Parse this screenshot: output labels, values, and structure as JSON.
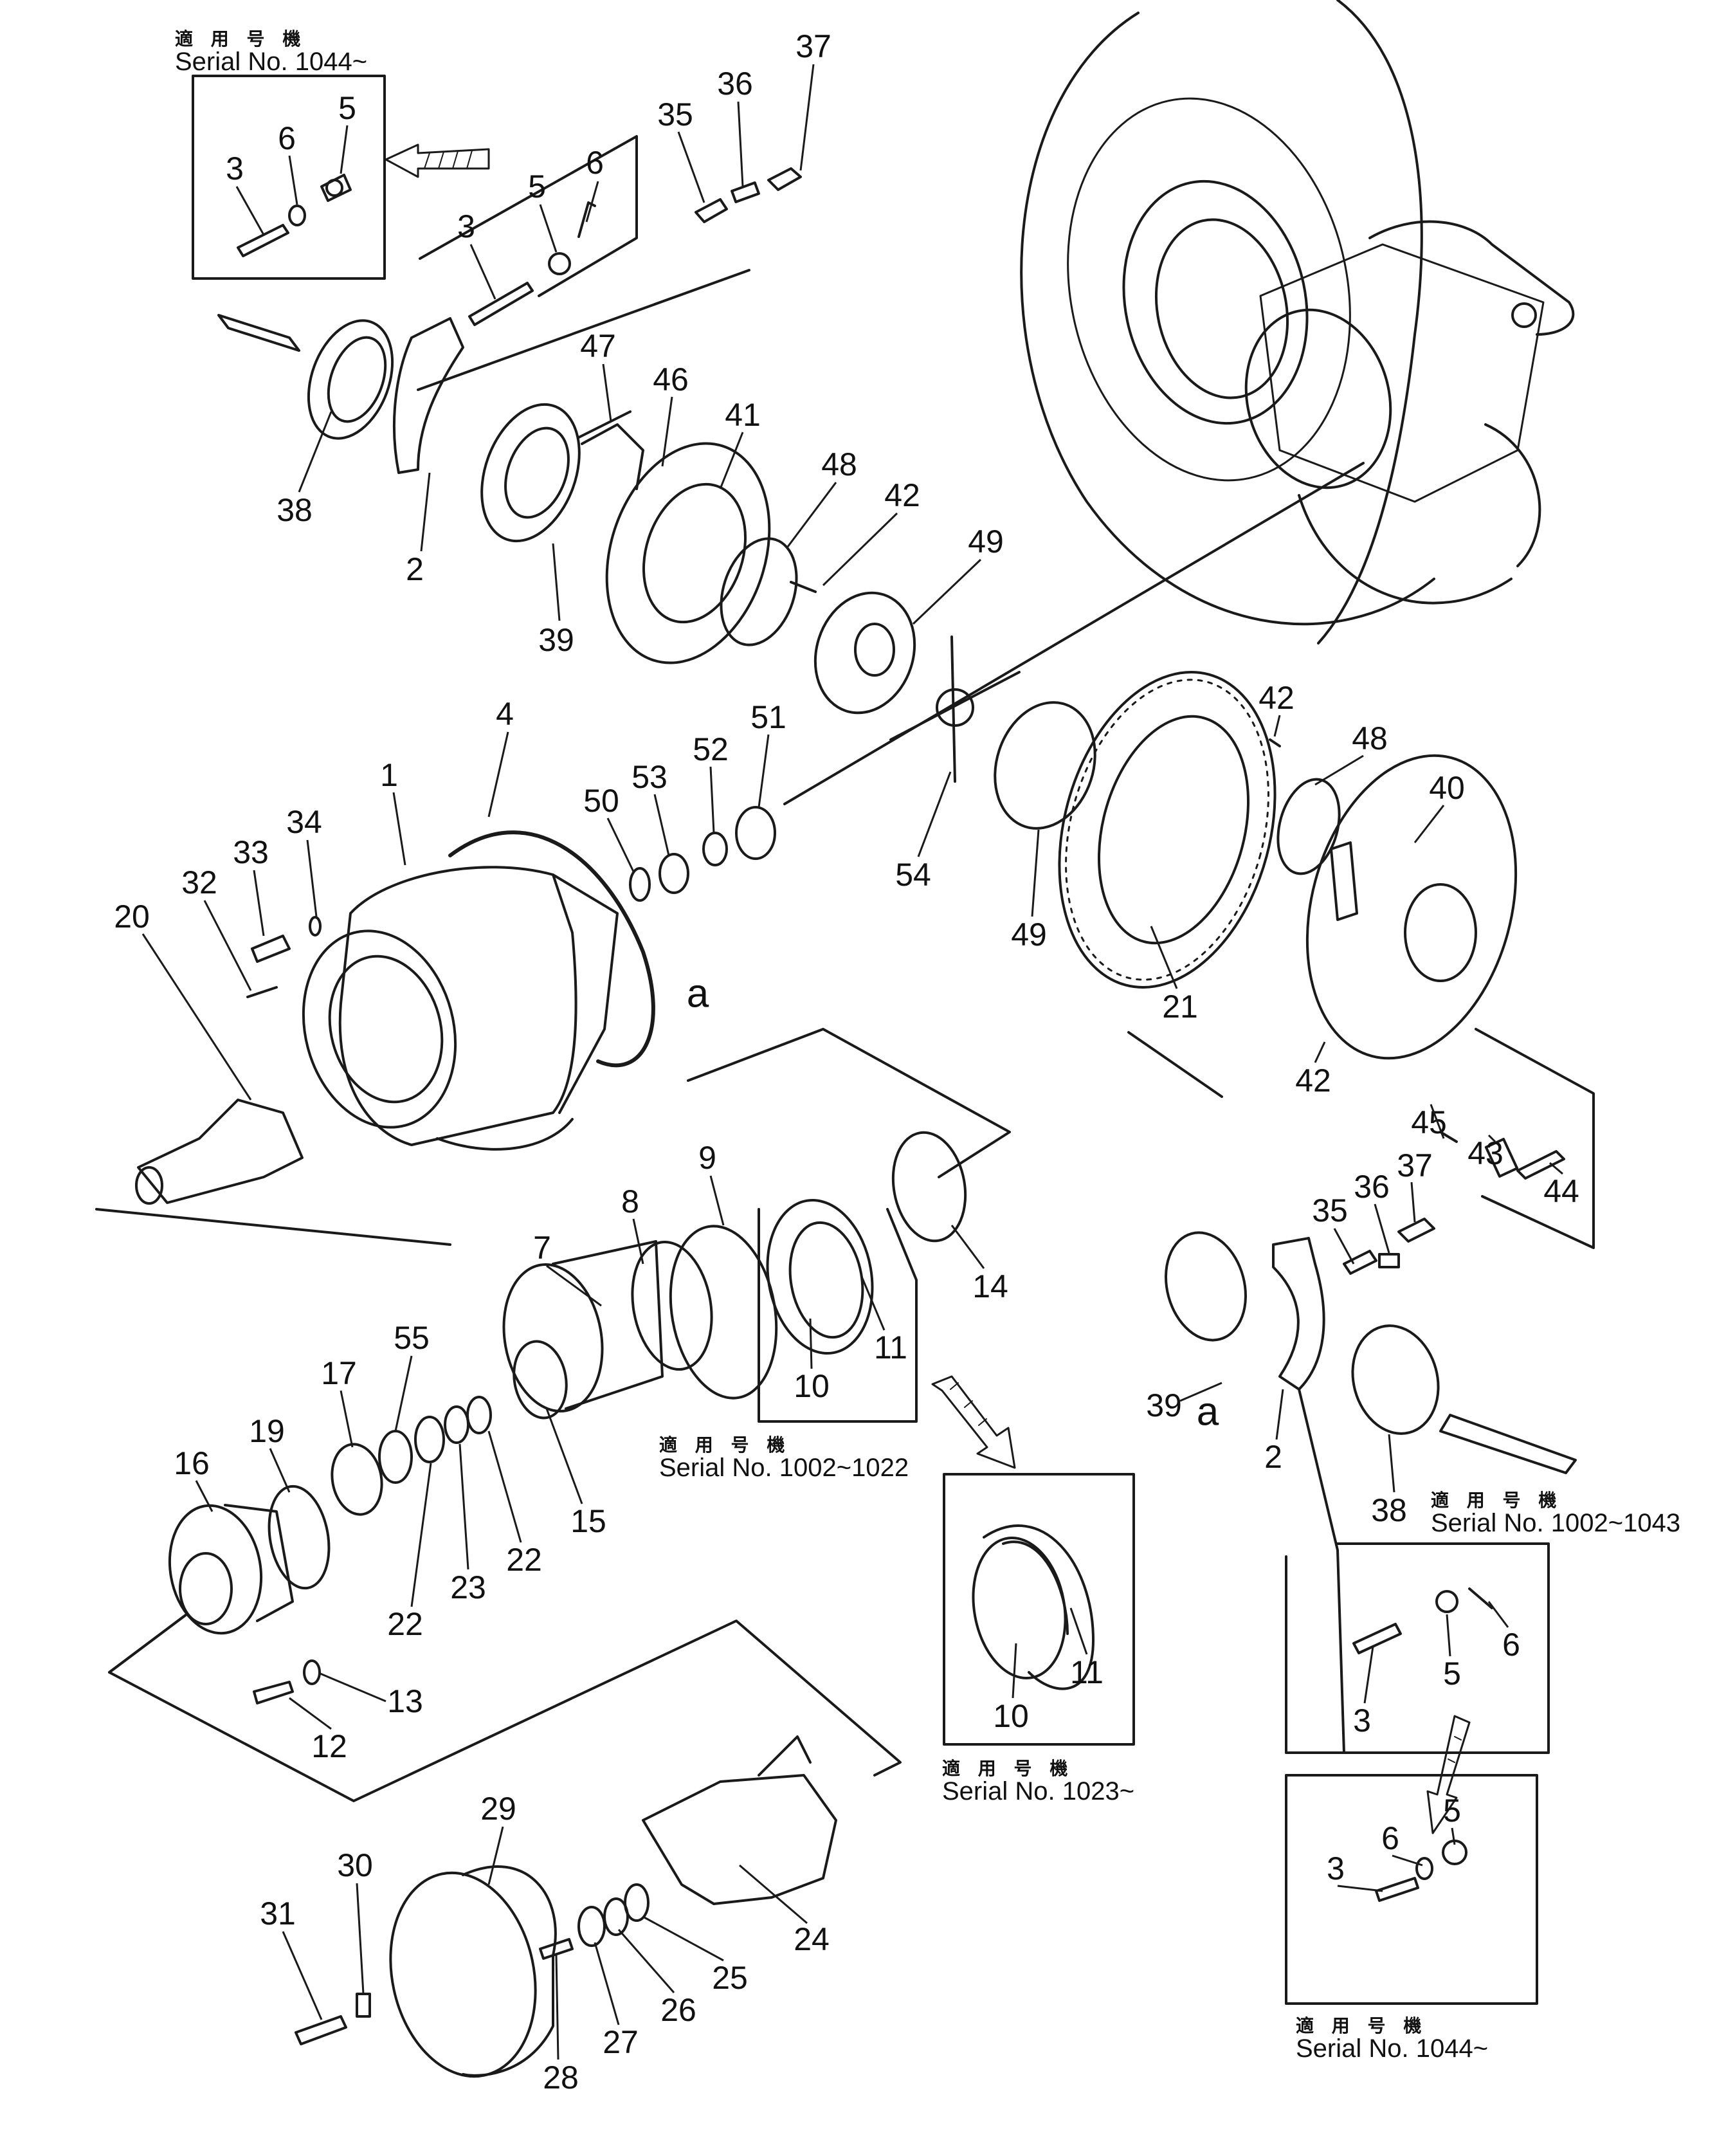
{
  "notes": [
    {
      "jp": "適 用 号 機",
      "serial": "Serial No. 1044~"
    },
    {
      "jp": "適 用 号 機",
      "serial": "Serial No. 1002~1022"
    },
    {
      "jp": "適 用 号 機",
      "serial": "Serial No. 1023~"
    },
    {
      "jp": "適 用 号 機",
      "serial": "Serial No. 1002~1043"
    },
    {
      "jp": "適 用 号 機",
      "serial": "Serial No. 1044~"
    }
  ],
  "ref_letters": [
    "a",
    "a"
  ],
  "callouts": [
    "37",
    "36",
    "35",
    "5",
    "6",
    "3",
    "5",
    "6",
    "3",
    "38",
    "2",
    "39",
    "47",
    "46",
    "41",
    "48",
    "42",
    "49",
    "4",
    "1",
    "34",
    "33",
    "32",
    "20",
    "50",
    "53",
    "52",
    "51",
    "54",
    "49",
    "21",
    "42",
    "48",
    "40",
    "42",
    "45",
    "43",
    "44",
    "9",
    "8",
    "7",
    "14",
    "11",
    "10",
    "55",
    "17",
    "19",
    "16",
    "15",
    "22",
    "23",
    "22",
    "13",
    "12",
    "37",
    "36",
    "35",
    "39",
    "2",
    "38",
    "6",
    "5",
    "3",
    "11",
    "10",
    "5",
    "6",
    "3",
    "29",
    "30",
    "31",
    "24",
    "25",
    "26",
    "27",
    "28"
  ]
}
